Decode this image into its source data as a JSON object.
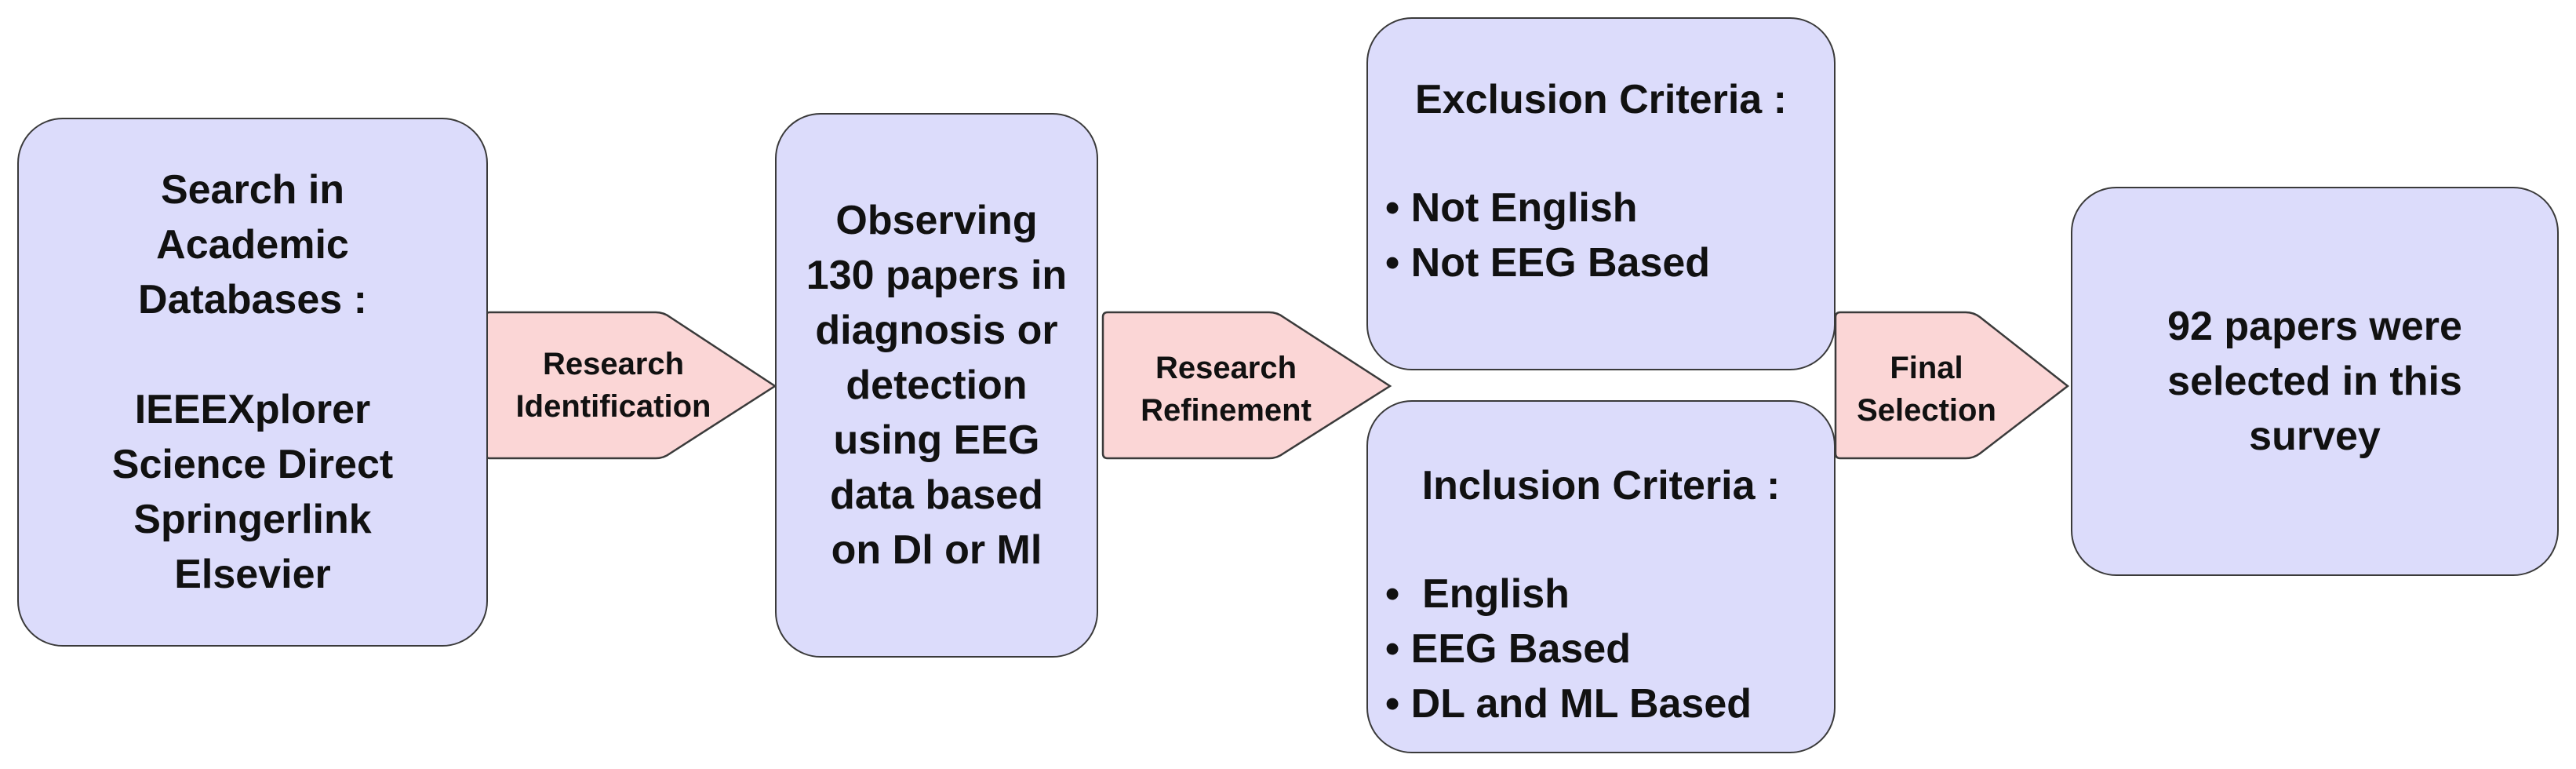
{
  "colors": {
    "box_fill": "#dcdcfb",
    "arrow_fill": "#fbd6d6",
    "stroke": "#3a3a3a",
    "text": "#111111"
  },
  "search_box": {
    "lines": [
      "Search in",
      "Academic",
      "Databases :",
      "IEEEXplorer",
      "Science Direct",
      "Springerlink",
      "Elsevier"
    ]
  },
  "observe_box": {
    "lines": [
      "Observing",
      "130 papers in",
      "diagnosis or",
      "detection",
      "using EEG",
      "data  based",
      "on Dl or Ml"
    ]
  },
  "exclusion_box": {
    "title": "Exclusion Criteria :",
    "items": [
      "• Not English",
      "• Not EEG Based"
    ]
  },
  "inclusion_box": {
    "title": "Inclusion Criteria :",
    "items": [
      "•  English",
      "• EEG Based",
      "• DL and ML Based"
    ]
  },
  "result_box": {
    "lines": [
      "92 papers were",
      "selected in this",
      "survey"
    ]
  },
  "arrows": {
    "identification": [
      "Research",
      "Identification"
    ],
    "refinement": [
      "Research",
      "Refinement"
    ],
    "final": [
      "Final",
      "Selection"
    ]
  }
}
